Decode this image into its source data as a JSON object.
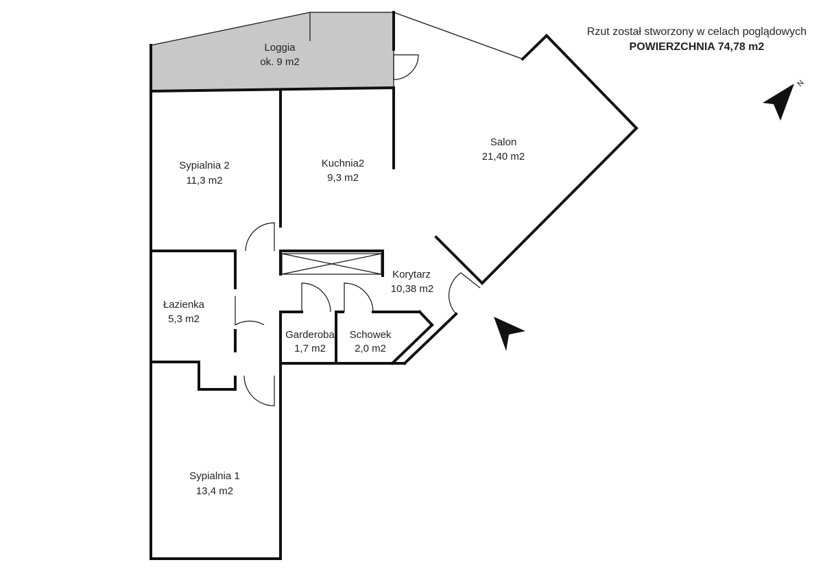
{
  "header": {
    "note": "Rzut został stworzony w celach poglądowych",
    "total_area": "POWIERZCHNIA 74,78 m2"
  },
  "compass": {
    "label": "N"
  },
  "colors": {
    "loggia_fill": "#c8c8c8",
    "wall": "#111111"
  },
  "rooms": {
    "loggia": {
      "name": "Loggia",
      "area": "ok. 9 m2"
    },
    "sypialnia2": {
      "name": "Sypialnia 2",
      "area": "11,3 m2"
    },
    "kuchnia": {
      "name": "Kuchnia2",
      "area": "9,3 m2"
    },
    "salon": {
      "name": "Salon",
      "area": "21,40 m2"
    },
    "korytarz": {
      "name": "Korytarz",
      "area": "10,38 m2"
    },
    "lazienka": {
      "name": "Łazienka",
      "area": "5,3 m2"
    },
    "garderoba": {
      "name": "Garderoba",
      "area": "1,7 m2"
    },
    "schowek": {
      "name": "Schowek",
      "area": "2,0 m2"
    },
    "sypialnia1": {
      "name": "Sypialnia 1",
      "area": "13,4 m2"
    }
  }
}
